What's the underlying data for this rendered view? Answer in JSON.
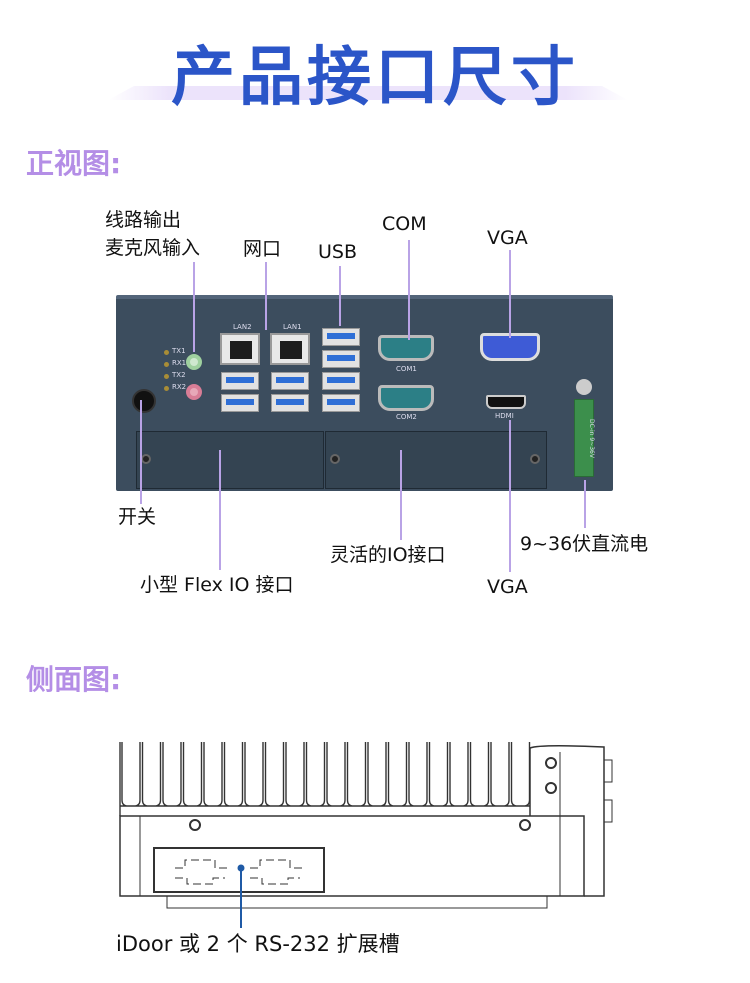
{
  "title": "产品接口尺寸",
  "front_view": {
    "heading": "正视图:",
    "labels": {
      "audio_line1": "线路输出",
      "audio_line2": "麦克风输入",
      "lan": "网口",
      "usb": "USB",
      "com": "COM",
      "vga_top": "VGA",
      "power_switch": "开关",
      "small_flex_io": "小型 Flex IO 接口",
      "flexible_io": "灵活的IO接口",
      "dc_power": "9~36伏直流电",
      "vga_bottom": "VGA"
    },
    "panel_text": {
      "lan2": "LAN2",
      "lan1": "LAN1",
      "com1": "COM1",
      "com2": "COM2",
      "hdmi": "HDMI",
      "tx1": "TX1",
      "rx1": "RX1",
      "tx2": "TX2",
      "rx2": "RX2",
      "dc_in": "DC-in 9~36V"
    }
  },
  "side_view": {
    "heading": "侧面图:",
    "label": "iDoor 或 2 个 RS-232 扩展槽"
  },
  "colors": {
    "title": "#2b55c8",
    "heading": "#b48ee6",
    "leader": "#b9a3e6",
    "side_leader": "#1f5aa6"
  }
}
